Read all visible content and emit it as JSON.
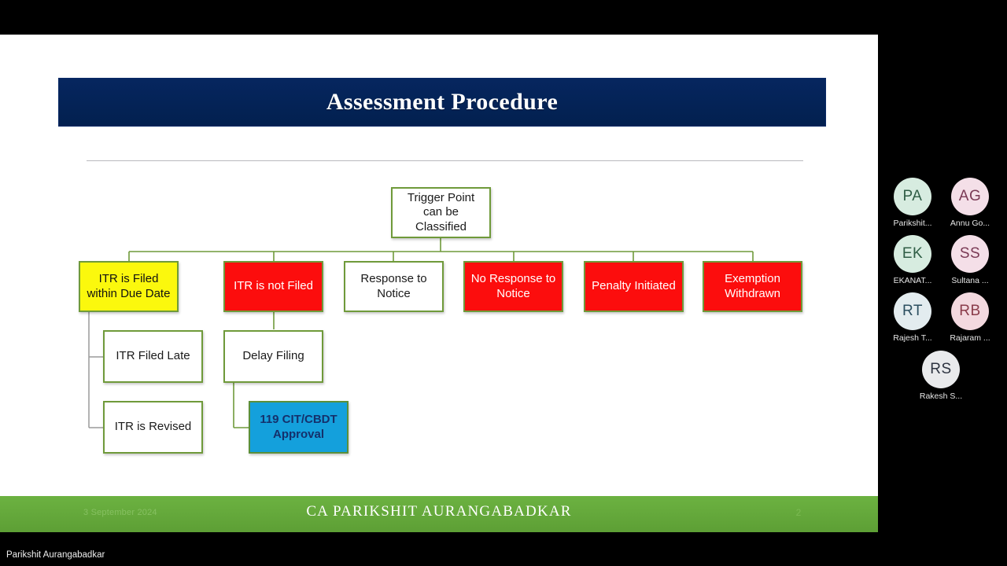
{
  "slide": {
    "title": "Assessment Procedure",
    "footer": {
      "date": "3 September 2024",
      "presenter": "CA PARIKSHIT AURANGABADKAR",
      "page": "2"
    },
    "nodes": {
      "trigger": "Trigger Point can be Classified",
      "itr_filed_due": "ITR is Filed within Due Date",
      "itr_not_filed": "ITR is not Filed",
      "response_notice": "Response to Notice",
      "no_response_notice": "No Response to Notice",
      "penalty": "Penalty Initiated",
      "exemption": "Exemption Withdrawn",
      "itr_filed_late": "ITR Filed Late",
      "delay_filing": "Delay Filing",
      "itr_revised": "ITR is Revised",
      "cit_cbdt": "119 CIT/CBDT Approval"
    },
    "colors": {
      "title_bg": "#04225c",
      "footer_bg": "#61a838",
      "node_border": "#6f9a3a",
      "yellow": "#fbf80d",
      "red": "#fc0d0d",
      "blue": "#14a0dc",
      "connector": "#6f9a3a"
    }
  },
  "participants": [
    {
      "initials": "PA",
      "name": "Parikshit...",
      "tone": "b-green"
    },
    {
      "initials": "AG",
      "name": "Annu Go...",
      "tone": "b-pink"
    },
    {
      "initials": "EK",
      "name": "EKANAT...",
      "tone": "b-green"
    },
    {
      "initials": "SS",
      "name": "Sultana ...",
      "tone": "b-pink"
    },
    {
      "initials": "RT",
      "name": "Rajesh T...",
      "tone": "b-ice"
    },
    {
      "initials": "RB",
      "name": "Rajaram ...",
      "tone": "b-rose"
    },
    {
      "initials": "RS",
      "name": "Rakesh S...",
      "tone": "b-gray"
    }
  ],
  "speaker": {
    "name": "Parikshit Aurangabadkar"
  }
}
